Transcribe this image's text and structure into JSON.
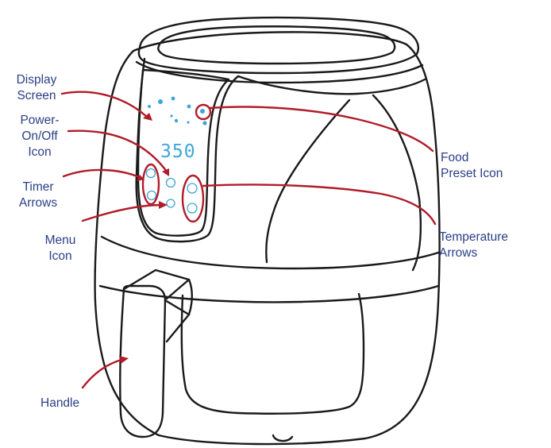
{
  "display": {
    "temperature": "350"
  },
  "labels": {
    "display_screen": [
      "Display",
      "Screen"
    ],
    "power_icon": [
      "Power-",
      "On/Off",
      "Icon"
    ],
    "timer_arrows": [
      "Timer",
      "Arrows"
    ],
    "menu_icon": [
      "Menu",
      "Icon"
    ],
    "handle": [
      "Handle"
    ],
    "food_preset_icon": [
      "Food",
      "Preset Icon"
    ],
    "temperature_arrows": [
      "Temperature",
      "Arrows"
    ]
  },
  "colors": {
    "outline": "#1a1a1a",
    "callout": "#b01c2a",
    "label_text": "#2b3f86",
    "display_glow": "#3ea6d8"
  }
}
